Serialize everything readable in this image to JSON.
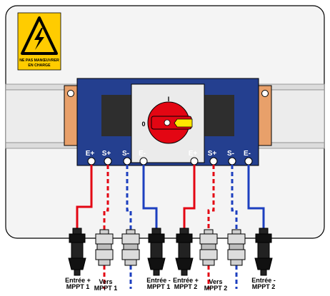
{
  "warning_sign": {
    "text_line1": "NE PAS MANŒUVRER",
    "text_line2": "EN CHARGE",
    "icon": "high-voltage-icon"
  },
  "switch": {
    "on_label": "I",
    "off_label": "0"
  },
  "terminals": [
    "E+",
    "S+",
    "S-",
    "E-",
    "E+",
    "S+",
    "S-",
    "E-"
  ],
  "cable_labels": [
    {
      "line1": "Entrée +",
      "line2": "MPPT 1"
    },
    {
      "line1": "Vers",
      "line2": "MPPT 1"
    },
    {
      "line1": "Entrée -",
      "line2": "MPPT 1"
    },
    {
      "line1": "Entrée +",
      "line2": "MPPT 2"
    },
    {
      "line1": "Vers",
      "line2": "MPPT 2"
    },
    {
      "line1": "Entrée -",
      "line2": "MPPT 2"
    }
  ],
  "colors": {
    "positive": "#e30613",
    "negative": "#1d3fbf",
    "plate": "#243f8f",
    "knob": "#e30613",
    "warning_bg": "#ffcc00",
    "bracket": "#e8a06a"
  }
}
